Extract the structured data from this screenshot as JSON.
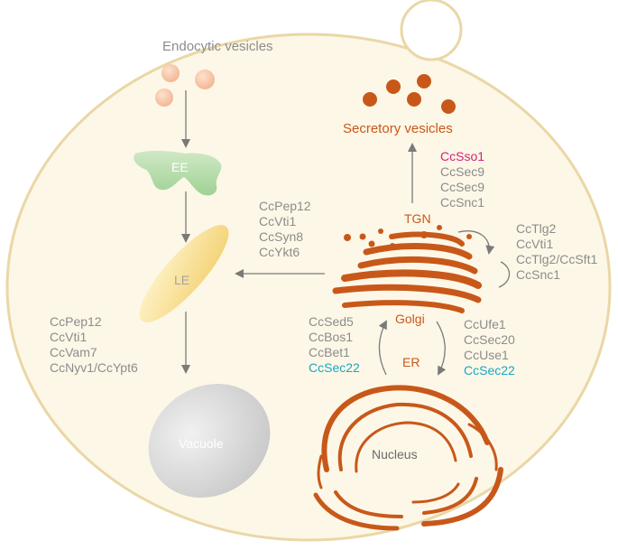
{
  "labels": {
    "endocytic": "Endocytic vesicles",
    "ee": "EE",
    "le": "LE",
    "vacuole": "Vacuole",
    "secretory": "Secretory vesicles",
    "tgn": "TGN",
    "golgi": "Golgi",
    "er": "ER",
    "nucleus": "Nucleus"
  },
  "snare_groups": {
    "tgn_secretory": [
      "CcSso1",
      "CcSec9",
      "CcSec9",
      "CcSnc1"
    ],
    "golgi_to_le": [
      "CcPep12",
      "CcVti1",
      "CcSyn8",
      "CcYkt6"
    ],
    "le_to_vacuole": [
      "CcPep12",
      "CcVti1",
      "CcVam7",
      "CcNyv1/CcYpt6"
    ],
    "intra_golgi": [
      "CcTlg2",
      "CcVti1",
      "CcTlg2/CcSft1",
      "CcSnc1"
    ],
    "er_to_golgi": [
      "CcSed5",
      "CcBos1",
      "CcBet1",
      "CcSec22"
    ],
    "golgi_to_er": [
      "CcUfe1",
      "CcSec20",
      "CcUse1",
      "CcSec22"
    ]
  },
  "colors": {
    "cell_fill": "#fdf7e7",
    "cell_outline": "#ead7a6",
    "organelle_orange": "#c8581a",
    "ee_green": "#a7d7a0",
    "le_yellow": "#f5dc8e",
    "vacuole_gray": "#d2d2d2",
    "highlight_pink": "#d4207a",
    "highlight_teal": "#1aa7c2"
  }
}
